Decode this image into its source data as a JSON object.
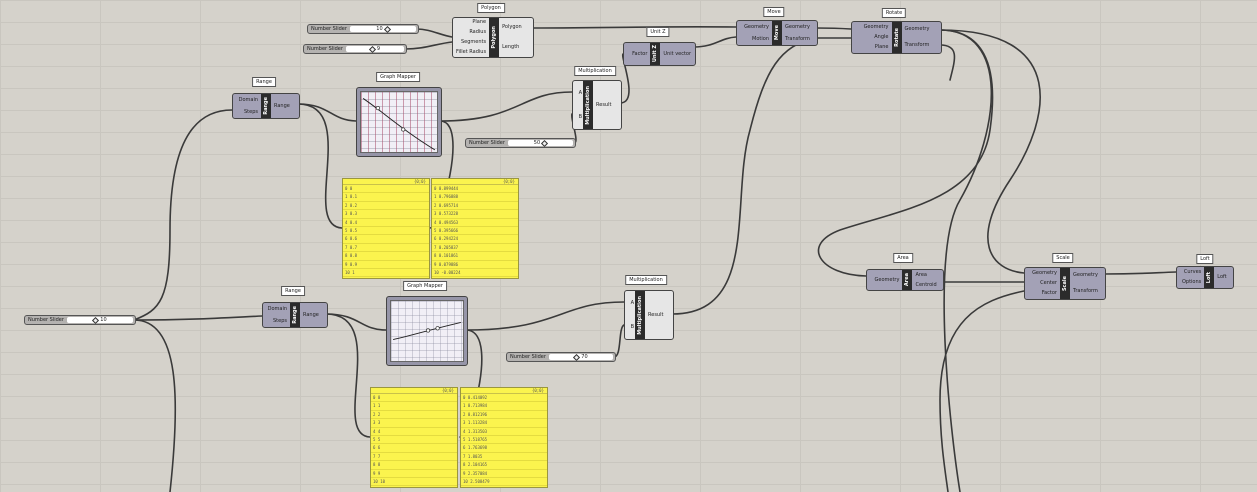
{
  "top_labels": {
    "polygon": "Polygon",
    "unit_z": "Unit Z",
    "move": "Move",
    "rotate": "Rotate",
    "range_1": "Range",
    "graph_mapper_1": "Graph Mapper",
    "multiplication_1": "Multiplication",
    "range_2": "Range",
    "graph_mapper_2": "Graph Mapper",
    "multiplication_2": "Multiplication",
    "area": "Area",
    "scale": "Scale",
    "loft": "Loft"
  },
  "sliders": [
    {
      "name": "Number Slider",
      "value": "10"
    },
    {
      "name": "Number Slider",
      "value": "9"
    },
    {
      "name": "Number Slider",
      "value": "50"
    },
    {
      "name": "Number Slider",
      "value": "70"
    },
    {
      "name": "Number Slider",
      "value": "10"
    }
  ],
  "polygon": {
    "core": "Polygon",
    "inputs": [
      "Plane",
      "Radius",
      "Segments",
      "Fillet Radius"
    ],
    "outputs": [
      "Polygon",
      "Length"
    ]
  },
  "unit_z": {
    "core": "Unit Z",
    "inputs": [
      "Factor"
    ],
    "outputs": [
      "Unit vector"
    ]
  },
  "move": {
    "core": "Move",
    "inputs": [
      "Geometry",
      "Motion"
    ],
    "outputs": [
      "Geometry",
      "Transform"
    ]
  },
  "rotate": {
    "core": "Rotate",
    "inputs": [
      "Geometry",
      "Angle",
      "Plane"
    ],
    "outputs": [
      "Geometry",
      "Transform"
    ]
  },
  "range_1": {
    "core": "Range",
    "inputs": [
      "Domain",
      "Steps"
    ],
    "outputs": [
      "Range"
    ]
  },
  "range_2": {
    "core": "Range",
    "inputs": [
      "Domain",
      "Steps"
    ],
    "outputs": [
      "Range"
    ]
  },
  "mult_1": {
    "core": "Multiplication",
    "inputs": [
      "A",
      "B"
    ],
    "outputs": [
      "Result"
    ]
  },
  "mult_2": {
    "core": "Multiplication",
    "inputs": [
      "A",
      "B"
    ],
    "outputs": [
      "Result"
    ]
  },
  "area": {
    "core": "Area",
    "inputs": [
      "Geometry"
    ],
    "outputs": [
      "Area",
      "Centroid"
    ]
  },
  "scale": {
    "core": "Scale",
    "inputs": [
      "Geometry",
      "Center",
      "Factor"
    ],
    "outputs": [
      "Geometry",
      "Transform"
    ]
  },
  "loft": {
    "core": "Loft",
    "inputs": [
      "Curves",
      "Options"
    ],
    "outputs": [
      "Loft"
    ]
  },
  "panels": {
    "p1": {
      "header": "{0;0}",
      "rows": [
        "0 0",
        "1 0.1",
        "2 0.2",
        "3 0.3",
        "4 0.4",
        "5 0.5",
        "6 0.6",
        "7 0.7",
        "8 0.8",
        "9 0.9",
        "10 1"
      ]
    },
    "p2": {
      "header": "{0;0}",
      "rows": [
        "0 0.899444",
        "1 0.796888",
        "2 0.695714",
        "3 0.573228",
        "4 0.494563",
        "5 0.395666",
        "6 0.294224",
        "7 0.205837",
        "8 0.101861",
        "9 0.079886",
        "10 -0.00224"
      ]
    },
    "p3": {
      "header": "{0;0}",
      "rows": [
        "0 0",
        "1 1",
        "2 2",
        "3 3",
        "4 4",
        "5 5",
        "6 6",
        "7 7",
        "8 8",
        "9 9",
        "10 10"
      ]
    },
    "p4": {
      "header": "{0;0}",
      "rows": [
        "0 0.414092",
        "1 0.713984",
        "2 0.812196",
        "3 1.113284",
        "4 1.313503",
        "5 1.518765",
        "6 1.763698",
        "7 1.8035",
        "8 2.104165",
        "9 2.357084",
        "10 2.508479"
      ]
    }
  }
}
